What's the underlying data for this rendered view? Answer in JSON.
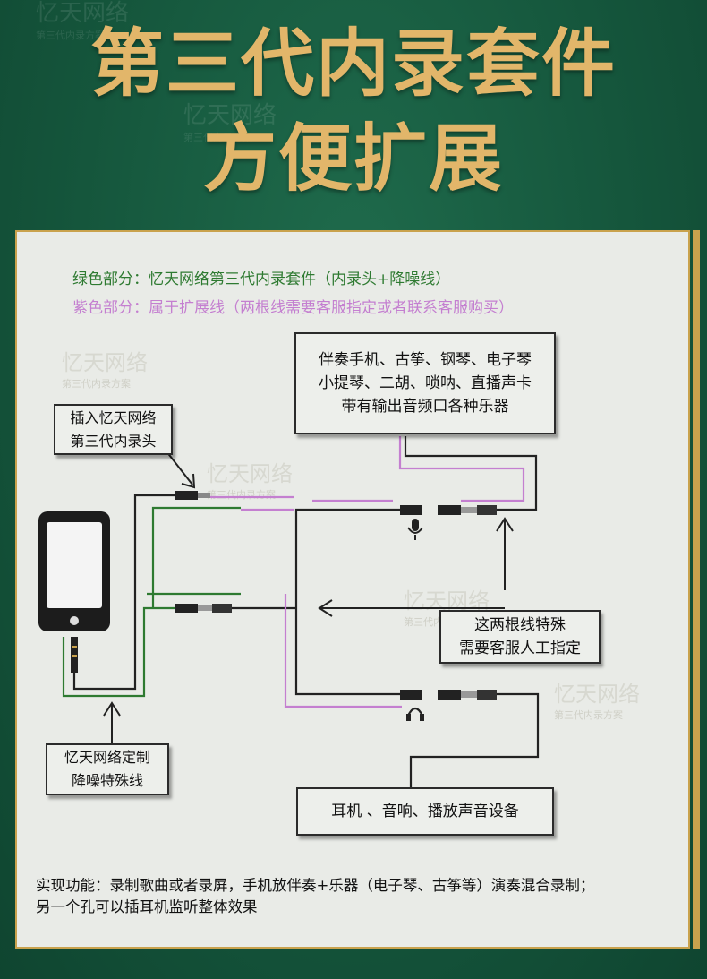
{
  "header": {
    "title_line1": "第三代内录套件",
    "title_line2": "方便扩展",
    "watermark_brand": "忆天网络",
    "watermark_sub": "第三代内录方案"
  },
  "legend": {
    "green": "绿色部分：忆天网络第三代内录套件（内录头+降噪线）",
    "purple": "紫色部分：属于扩展线（两根线需要客服指定或者联系客服购买）"
  },
  "boxes": {
    "instruments": [
      "伴奏手机、古筝、钢琴、电子琴",
      "小提琴、二胡、唢呐、直播声卡",
      "带有输出音频口各种乐器"
    ],
    "plug_head": [
      "插入忆天网络",
      "第三代内录头"
    ],
    "special_lines": [
      "这两根线特殊",
      "需要客服人工指定"
    ],
    "custom_cable": [
      "忆天网络定制",
      "降噪特殊线"
    ],
    "headphones": [
      "耳机 、音响、播放声音设备"
    ]
  },
  "footer": {
    "line1": "实现功能：录制歌曲或者录屏，手机放伴奏+乐器（电子琴、古筝等）演奏混合录制；",
    "line2": "另一个孔可以插耳机监听整体效果"
  },
  "icons": {
    "phone": "phone-icon",
    "mic": "microphone-icon",
    "headphone": "headphones-icon"
  },
  "colors": {
    "title": "#e2b66a",
    "green_line": "#2e7a31",
    "purple_line": "#c47fd0",
    "frame": "#c9a24d",
    "background": "#15563c"
  }
}
